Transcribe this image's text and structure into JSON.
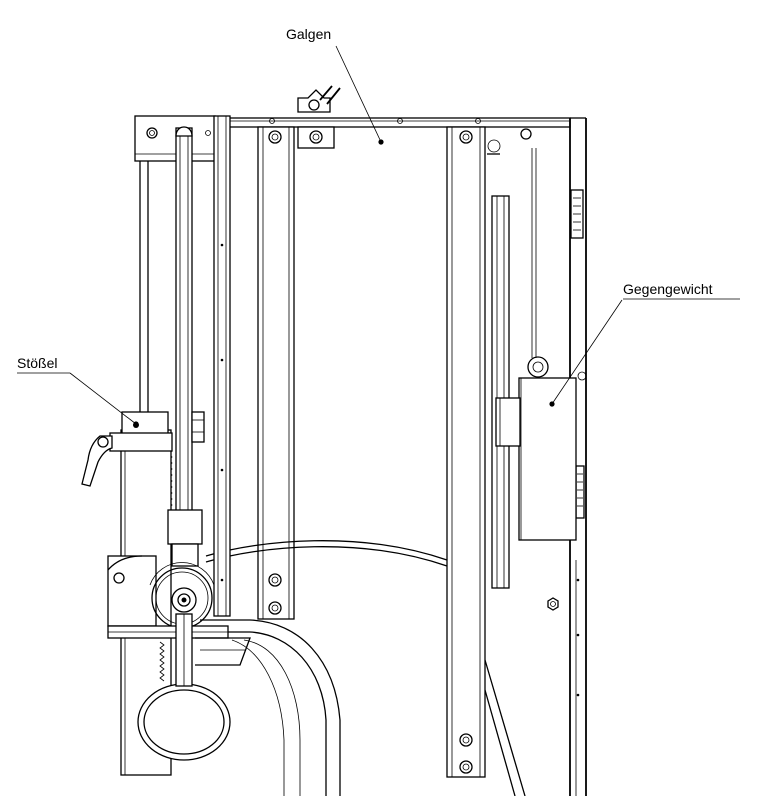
{
  "labels": {
    "galgen": "Galgen",
    "gegengewicht": "Gegengewicht",
    "stoessel": "Stößel"
  }
}
